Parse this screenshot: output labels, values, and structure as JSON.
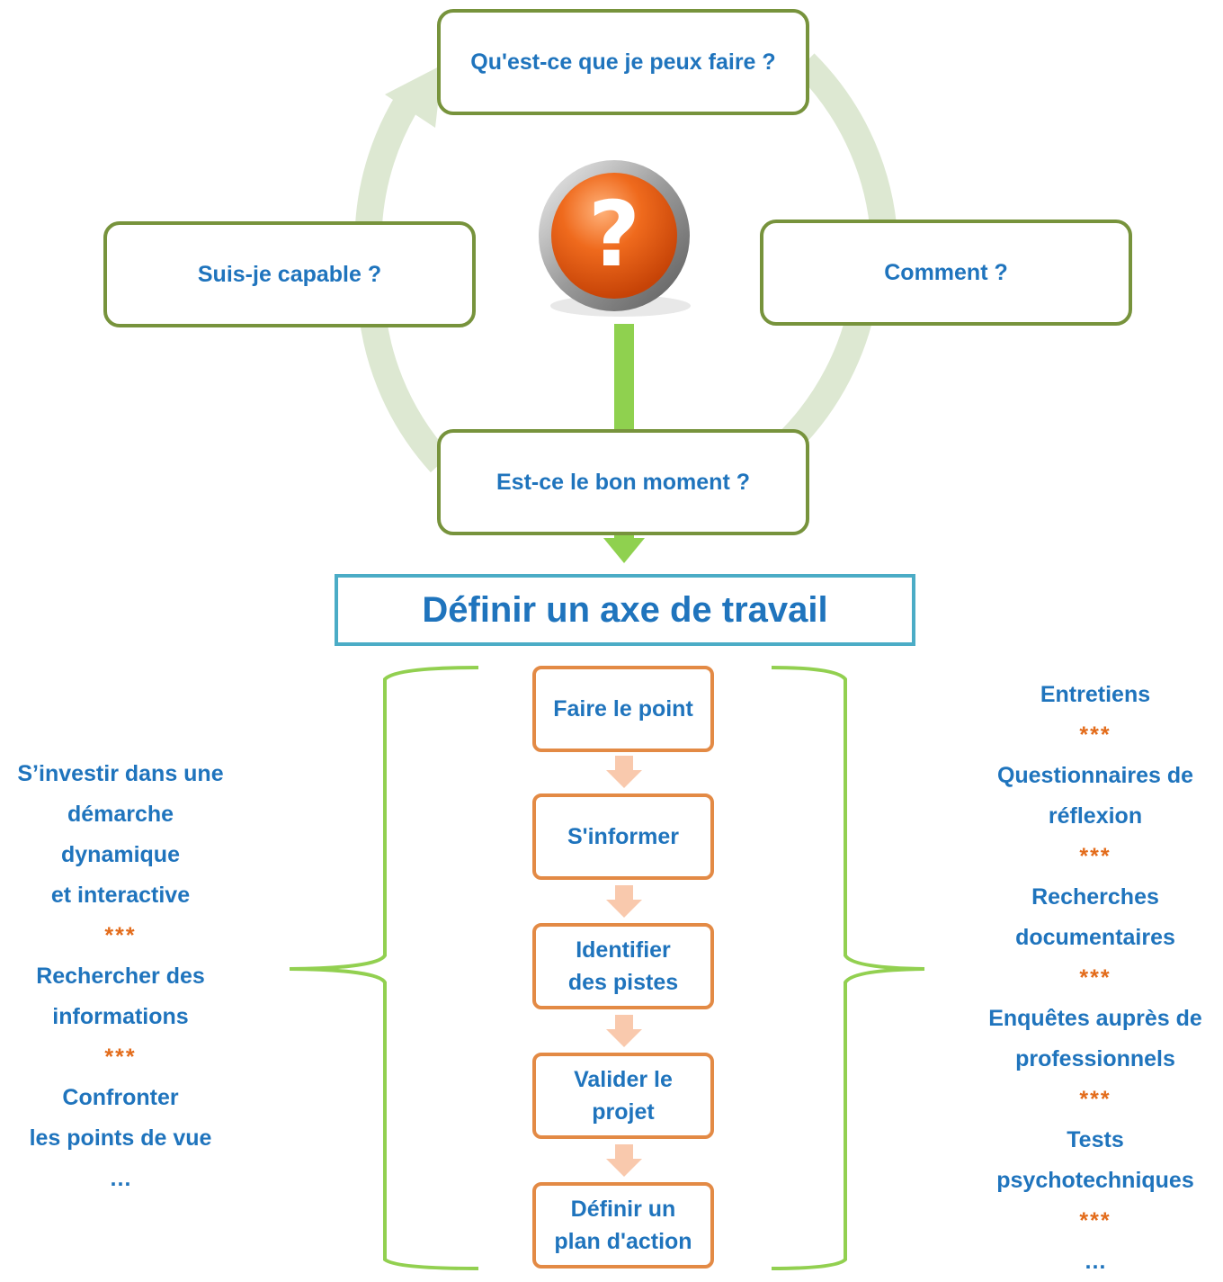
{
  "cycle": {
    "top": "Qu'est-ce que je peux faire ?",
    "right": "Comment ?",
    "bottom": "Est-ce le bon moment ?",
    "left": "Suis-je capable ?",
    "center_icon": "question-mark-icon"
  },
  "main_title": "Définir un axe de travail",
  "steps": [
    {
      "lines": [
        "Faire le point"
      ]
    },
    {
      "lines": [
        "S'informer"
      ]
    },
    {
      "lines": [
        "Identifier",
        "des pistes"
      ]
    },
    {
      "lines": [
        "Valider le",
        "projet"
      ]
    },
    {
      "lines": [
        "Définir un",
        "plan d'action"
      ]
    }
  ],
  "left_column": [
    {
      "type": "text",
      "lines": [
        "S’investir dans une",
        "démarche",
        "dynamique",
        "et interactive"
      ]
    },
    {
      "type": "sep",
      "text": "***"
    },
    {
      "type": "text",
      "lines": [
        "Rechercher des",
        "informations"
      ]
    },
    {
      "type": "sep",
      "text": "***"
    },
    {
      "type": "text",
      "lines": [
        "Confronter",
        "les points de vue"
      ]
    },
    {
      "type": "text",
      "lines": [
        "…"
      ]
    }
  ],
  "right_column": [
    {
      "type": "text",
      "lines": [
        "Entretiens"
      ]
    },
    {
      "type": "sep",
      "text": "***"
    },
    {
      "type": "text",
      "lines": [
        "Questionnaires de",
        "réflexion"
      ]
    },
    {
      "type": "sep",
      "text": "***"
    },
    {
      "type": "text",
      "lines": [
        "Recherches",
        "documentaires"
      ]
    },
    {
      "type": "sep",
      "text": "***"
    },
    {
      "type": "text",
      "lines": [
        "Enquêtes auprès de",
        "professionnels"
      ]
    },
    {
      "type": "sep",
      "text": "***"
    },
    {
      "type": "text",
      "lines": [
        "Tests",
        "psychotechniques"
      ]
    },
    {
      "type": "sep",
      "text": "***"
    },
    {
      "type": "text",
      "lines": [
        "…"
      ]
    }
  ],
  "colors": {
    "cycle_border": "#77933c",
    "cycle_ring": "#dde8d2",
    "arrow_green": "#8fd14f",
    "title_border": "#4bacc6",
    "step_border": "#e38a45",
    "step_arrow": "#f9c9ad",
    "bracket": "#92d050",
    "text_blue": "#1f74bd",
    "stars_orange": "#e36c1b",
    "icon_orange": "#ea5a12"
  }
}
